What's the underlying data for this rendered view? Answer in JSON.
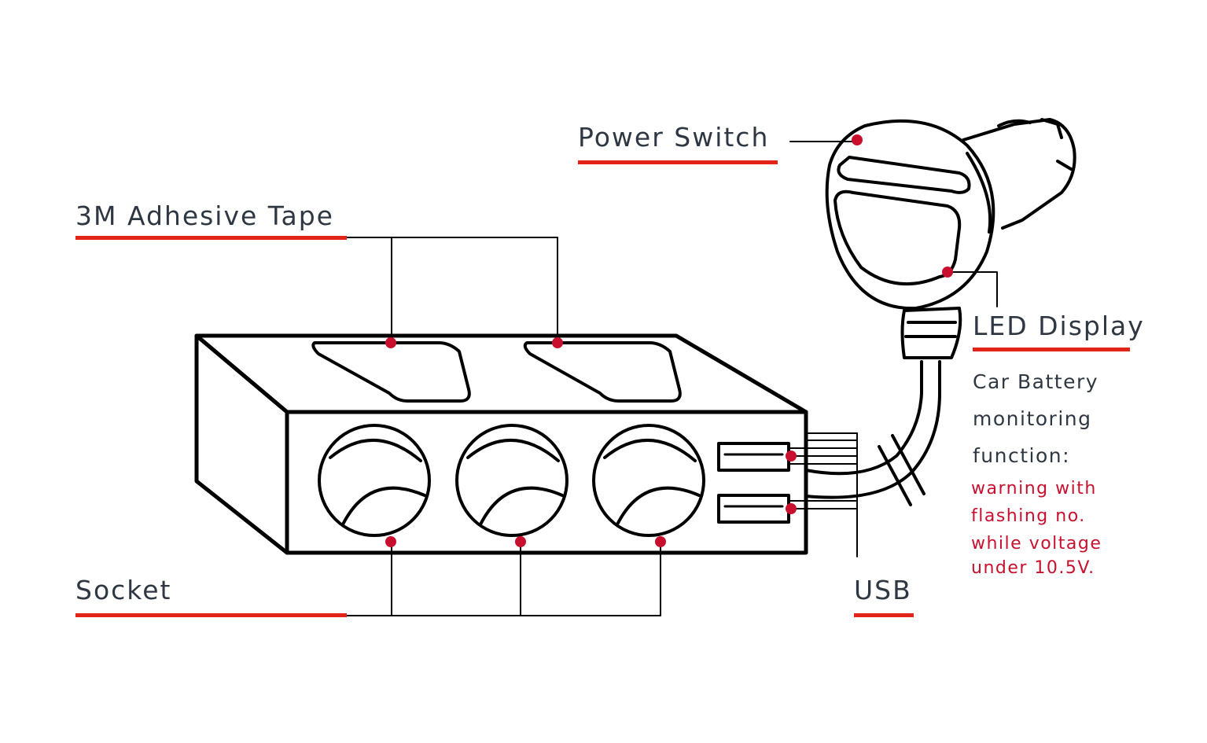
{
  "colors": {
    "accent": "#e2231a",
    "dot": "#c8102e",
    "text": "#2f3742",
    "ink": "#000000"
  },
  "labels": {
    "power_switch": "Power Switch",
    "adhesive_tape": "3M Adhesive Tape",
    "led_display": "LED Display",
    "socket": "Socket",
    "usb": "USB"
  },
  "note": {
    "lines": [
      "Car Battery",
      "monitoring",
      "function:"
    ],
    "warning_lines": [
      "warning with",
      "flashing no.",
      "while voltage",
      "under 10.5V."
    ]
  }
}
